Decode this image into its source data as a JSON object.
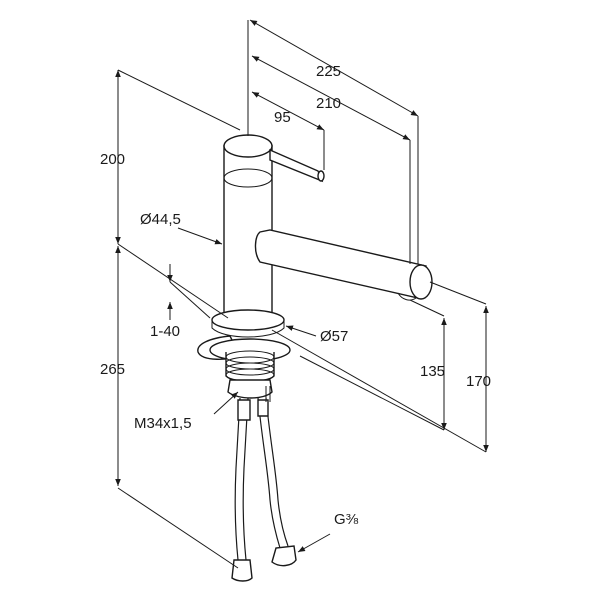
{
  "dimensions": {
    "total_reach": "225",
    "spout_reach": "210",
    "lever_reach": "95",
    "upper_height": "200",
    "body_diameter": "Ø44,5",
    "deck_thickness": "1-40",
    "flange_diameter": "Ø57",
    "lower_height": "265",
    "thread": "M34x1,5",
    "connection": "G⅜",
    "spout_height": "135",
    "outlet_height": "170"
  }
}
